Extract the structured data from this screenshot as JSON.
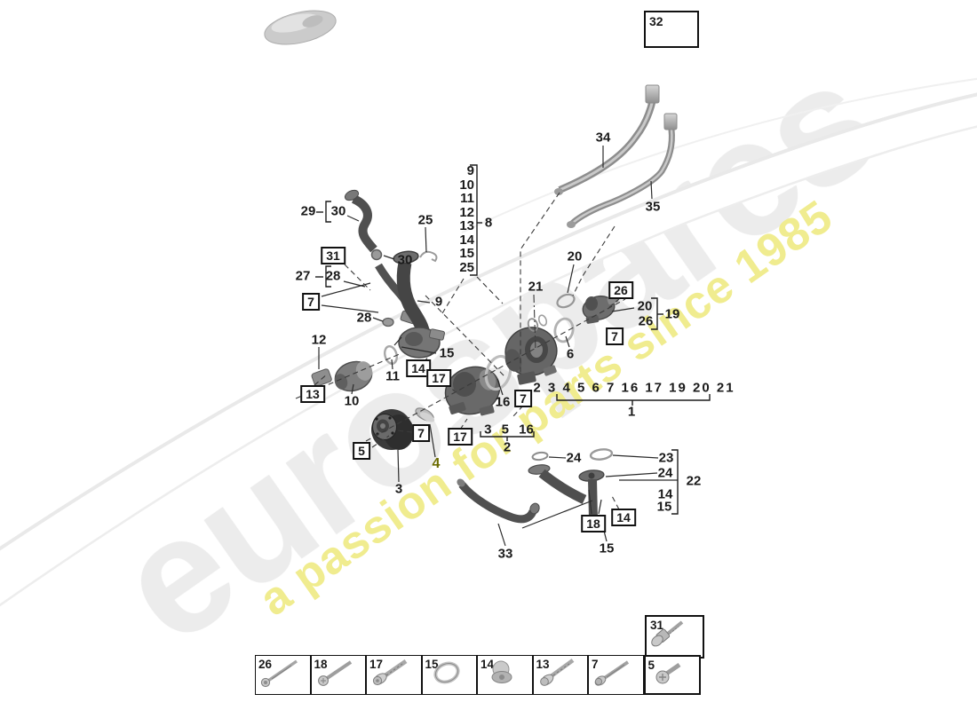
{
  "watermark": {
    "brand": "eurospares",
    "tagline": "a passion for parts since 1985",
    "brand_color": "#ececec",
    "tagline_color": "#f0ec8f"
  },
  "highlight": {
    "selected_callout": "4",
    "selected_color": "#6b6b00"
  },
  "callouts": {
    "sleeve_box_topright": "32",
    "pipe34": "34",
    "pipe35": "35",
    "hose_upper_group": "29",
    "hose_upper_sub": "30",
    "clamp_upper": "30",
    "clip_box31": "31",
    "hose_lower_group": "27",
    "hose_lower_sub": "28",
    "screw_box7_hose": "7",
    "clamp_lower": "28",
    "retainer_clip": "25",
    "stack_items": [
      "9",
      "10",
      "11",
      "12",
      "13",
      "14",
      "15",
      "25"
    ],
    "stack_group": "8",
    "elbow_hose": "9",
    "pipe_axis": "21",
    "oring_thermostat": "20",
    "screw_box26": "26",
    "thermo_sub_top": "20",
    "thermo_sub_bot": "26",
    "thermostat_group": "19",
    "screw_box7_thermo": "7",
    "oring_6": "6",
    "connector_12": "12",
    "screw_box13": "13",
    "aux_pump": "10",
    "oring_11": "11",
    "plug_box14": "14",
    "pin_15": "15",
    "screw_box17a": "17",
    "oring_16": "16",
    "screw_box7_mid": "7",
    "screw_box17b": "17",
    "screw_box7_pulley": "7",
    "screw_box5": "5",
    "seal_disc_4": "4",
    "pulley_3": "3",
    "pump_group_items": "3 5 16",
    "pump_group": "2",
    "assembly_items": "2 3 4 5 6 7 16 17 19 20 21",
    "assembly_group": "1",
    "oring_24_left": "24",
    "pipe_sub_23": "23",
    "pipe_sub_24": "24",
    "coolant_pipe_22": "22",
    "pipe_sub_14": "14",
    "pipe_sub_15": "15",
    "screw_box18": "18",
    "plug_box14b": "14",
    "pin_15b": "15",
    "return_hose_33": "33"
  },
  "legend": {
    "row": [
      {
        "num": "26",
        "icon": "long-bolt"
      },
      {
        "num": "18",
        "icon": "pan-head-bolt"
      },
      {
        "num": "17",
        "icon": "flange-bolt"
      },
      {
        "num": "15",
        "icon": "o-ring"
      },
      {
        "num": "14",
        "icon": "sealing-plug"
      },
      {
        "num": "13",
        "icon": "flange-bolt"
      },
      {
        "num": "7",
        "icon": "hex-flange-bolt"
      },
      {
        "num": "5",
        "icon": "short-screw"
      }
    ],
    "stud_box": {
      "num": "31",
      "icon": "stud-bolt"
    },
    "sleeve_box": {
      "num": "32",
      "icon": "dowel-sleeve"
    }
  }
}
